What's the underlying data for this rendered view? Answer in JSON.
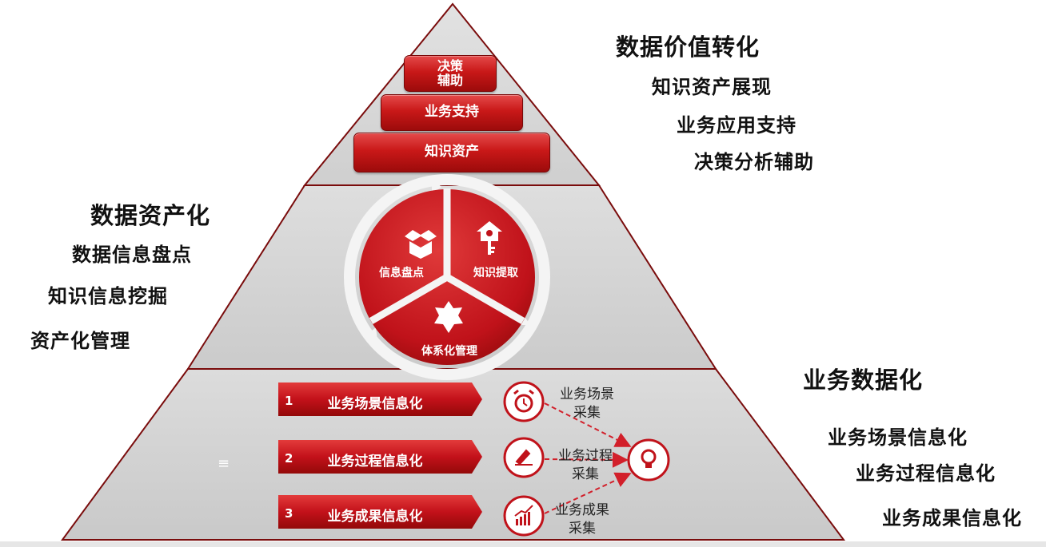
{
  "right_top": {
    "title": "数据价值转化",
    "items": [
      "知识资产展现",
      "业务应用支持",
      "决策分析辅助"
    ]
  },
  "left_mid": {
    "title": "数据资产化",
    "items": [
      "数据信息盘点",
      "知识信息挖掘",
      "资产化管理"
    ]
  },
  "right_bottom": {
    "title": "业务数据化",
    "items": [
      "业务场景信息化",
      "业务过程信息化",
      "业务成果信息化"
    ]
  },
  "top_tier": {
    "blocks": [
      "决策\n辅助",
      "业务支持",
      "知识资产"
    ]
  },
  "cycle": {
    "segments": [
      "信息盘点",
      "知识提取",
      "体系化管理"
    ],
    "icons": [
      "open-box-icon",
      "house-key-icon",
      "star-burst-icon"
    ]
  },
  "bottom_tier": {
    "steps": [
      {
        "num": "1",
        "label": "业务场景信息化",
        "icon": "alarm-clock-icon",
        "collect": "业务场景\n采集"
      },
      {
        "num": "2",
        "label": "业务过程信息化",
        "icon": "writing-hand-icon",
        "collect": "业务过程\n采集"
      },
      {
        "num": "3",
        "label": "业务成果信息化",
        "icon": "growth-chart-icon",
        "collect": "业务成果\n采集"
      }
    ],
    "target_icon": "lightbulb-icon",
    "side_mark": "≡"
  },
  "colors": {
    "brand_red": "#c0121a",
    "pyramid_gray": "#d4d4d4",
    "dashed_red": "#d21f2a"
  }
}
